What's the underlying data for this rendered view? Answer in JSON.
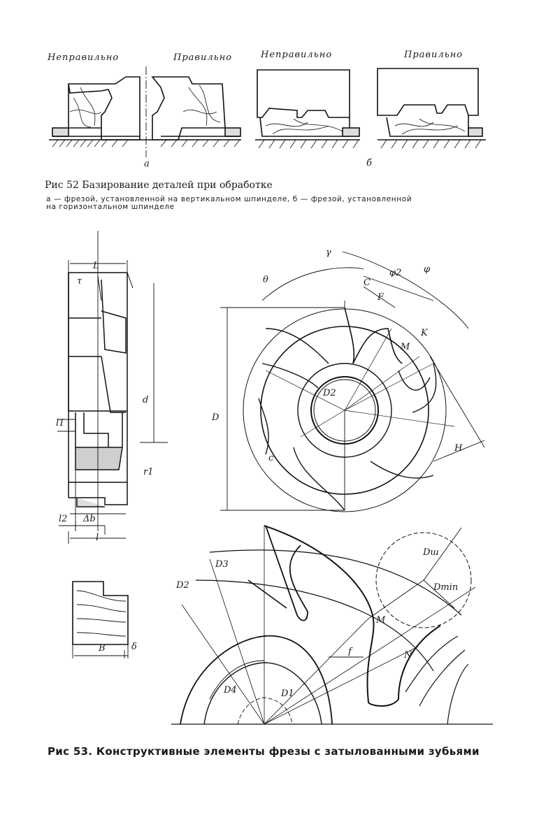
{
  "fig52": {
    "label_wrong_1": "Неправильно",
    "label_right_1": "Правильно",
    "label_wrong_2": "Неправильно",
    "label_right_2": "Правильно",
    "part_a": "а",
    "part_b": "б",
    "caption": "Рис 52 Базирование деталей при обработке",
    "subcaption_line1": "а — фрезой, установленной на вертикальном шпинделе, б — фрезой, установленной",
    "subcaption_line2": "на горизонтальном шпинделе"
  },
  "fig53": {
    "labels": {
      "L": "L",
      "tau": "τ",
      "d": "d",
      "l1": "l1",
      "r1": "r1",
      "l2": "l2",
      "delta_b": "Δb",
      "l": "l",
      "B": "B",
      "delta": "δ",
      "gamma": "γ",
      "theta": "θ",
      "phi": "φ",
      "phi2": "φ2",
      "C": "C",
      "F": "F",
      "K": "K",
      "M": "M",
      "D": "D",
      "D2_hub": "D2",
      "c": "c",
      "H": "H",
      "D3": "D3",
      "D2": "D2",
      "Dw": "Dш",
      "Dmin": "Dmin",
      "M2": "M",
      "f": "f",
      "N": "N",
      "D4": "D4",
      "D1": "D1"
    },
    "caption": "Рис 53. Конструктивные элементы фрезы с затылованными зубьями"
  }
}
